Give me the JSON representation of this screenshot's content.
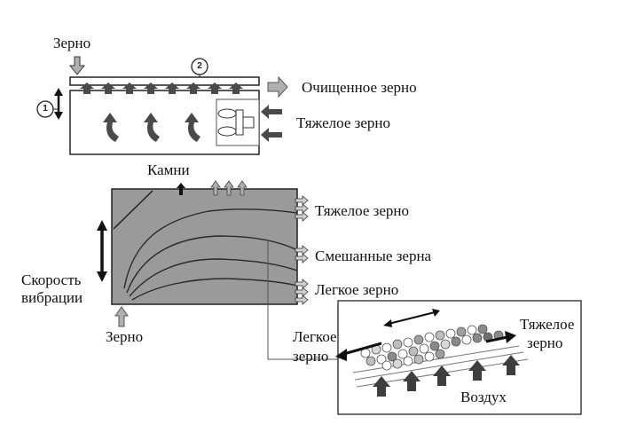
{
  "top": {
    "feed": "Зерно",
    "circle_one": "1",
    "circle_two": "2",
    "clean_out": "Очищенное зерно",
    "heavy_out": "Тяжелое зерно"
  },
  "middle": {
    "stones": "Камни",
    "heavy": "Тяжелое зерно",
    "mixed": "Смешанные зерна",
    "light": "Легкое зерно",
    "speed_line1": "Скорость",
    "speed_line2": "вибрации",
    "feed": "Зерно"
  },
  "inset": {
    "light_line1": "Легкое",
    "light_line2": "зерно",
    "heavy_line1": "Тяжелое",
    "heavy_line2": "зерно",
    "air": "Воздух"
  },
  "colors": {
    "ink": "#222222",
    "panel": "#9a9a9a",
    "arrow_gray": "#b0b0b0",
    "arrow_dark": "#4a4a4a"
  }
}
